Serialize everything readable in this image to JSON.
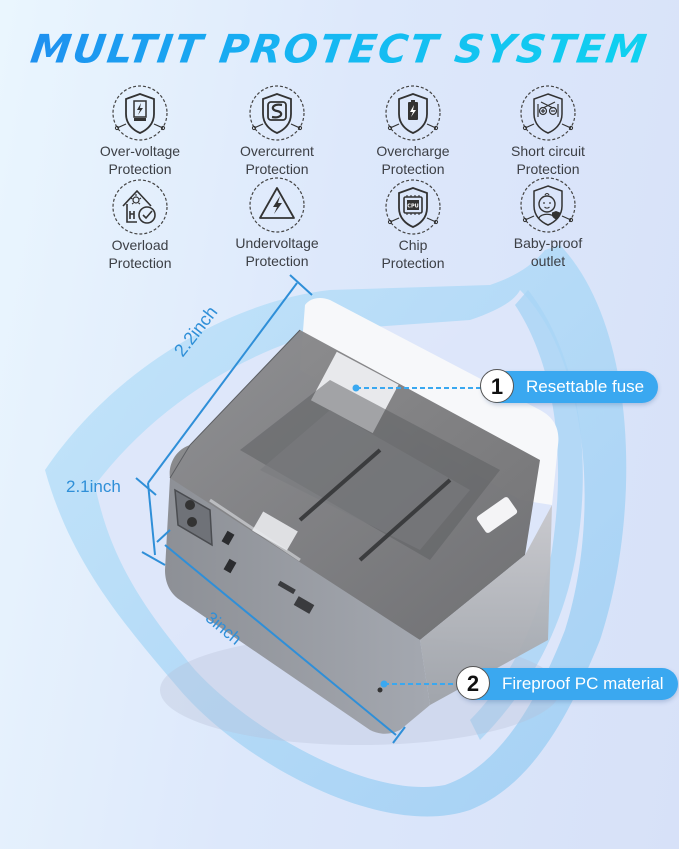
{
  "header": {
    "title": "MULTIT PROTECT SYSTEM"
  },
  "features": [
    {
      "icon": "over-voltage-shield-icon",
      "line1": "Over-voltage",
      "line2": "Protection"
    },
    {
      "icon": "overcurrent-shield-icon",
      "line1": "Overcurrent",
      "line2": "Protection"
    },
    {
      "icon": "overcharge-battery-shield-icon",
      "line1": "Overcharge",
      "line2": "Protection"
    },
    {
      "icon": "short-circuit-shield-icon",
      "line1": "Short circuit",
      "line2": "Protection"
    },
    {
      "icon": "overload-house-check-icon",
      "line1": "Overload",
      "line2": "Protection"
    },
    {
      "icon": "undervoltage-warning-bolt-icon",
      "line1": "Undervoltage",
      "line2": "Protection"
    },
    {
      "icon": "chip-cpu-shield-icon",
      "line1": "Chip",
      "line2": "Protection"
    },
    {
      "icon": "baby-face-shield-icon",
      "line1": "Baby-proof",
      "line2": "outlet"
    }
  ],
  "product": {
    "dimensions": {
      "depth": "2.2inch",
      "height": "2.1inch",
      "width": "3inch"
    },
    "callouts": [
      {
        "number": "1",
        "label": "Resettable fuse"
      },
      {
        "number": "2",
        "label": "Fireproof PC material"
      }
    ]
  },
  "colors": {
    "accent_blue": "#3aa8f0",
    "title_gradient_start": "#1f8cf0",
    "title_gradient_end": "#0fd4f0",
    "dimension_line": "#2f8fd8",
    "background": "#dde8fb",
    "shield_light": "#a7d6f6"
  }
}
